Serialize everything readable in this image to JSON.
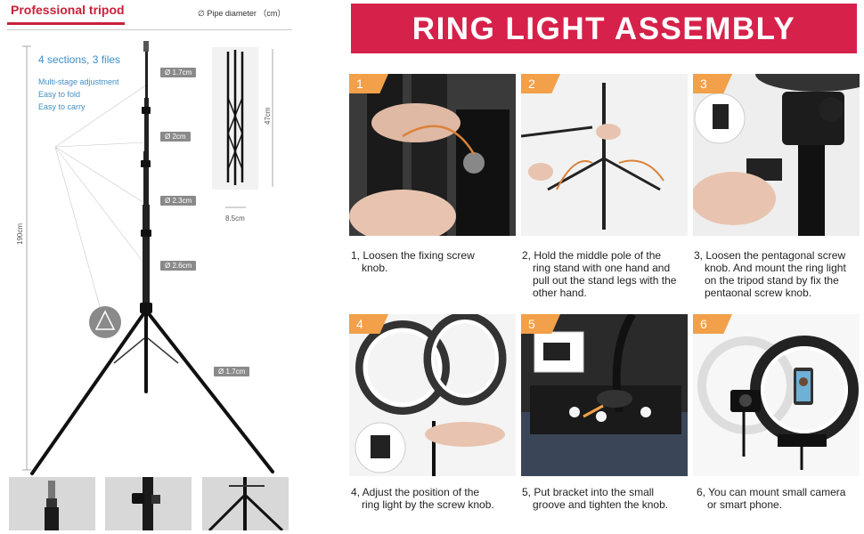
{
  "left_panel": {
    "title": "Professional tripod",
    "pipe_diameter": "∅  Pipe diameter （cm）",
    "sections": "4 sections, 3 files",
    "features": [
      "Multi-stage adjustment",
      "Easy to fold",
      "Easy to carry"
    ],
    "height": "190cm",
    "folded_height": "47cm",
    "folded_width": "8.5cm",
    "pipe_labels": [
      "Ø 1.7cm",
      "Ø 2cm",
      "Ø 2.3cm",
      "Ø 2.6cm",
      "Ø 1.7cm"
    ]
  },
  "banner": {
    "title": "RING LIGHT ASSEMBLY"
  },
  "steps": [
    {
      "num": "1",
      "first": "1, Loosen the fixing screw",
      "rest": "knob."
    },
    {
      "num": "2",
      "first": "2, Hold the middle pole of the",
      "rest": "ring stand with one hand and pull out the stand legs with the other hand."
    },
    {
      "num": "3",
      "first": "3, Loosen the pentagonal screw",
      "rest": "knob. And mount the ring light on the tripod stand by fix the pentaonal screw knob."
    },
    {
      "num": "4",
      "first": "4, Adjust the position of the",
      "rest": "ring light by the screw knob."
    },
    {
      "num": "5",
      "first": "5, Put bracket into the small",
      "rest": "groove and tighten the knob."
    },
    {
      "num": "6",
      "first": "6, You can mount small camera",
      "rest": "or smart phone."
    }
  ],
  "colors": {
    "brand_red": "#d6214a",
    "step_orange": "#f2a049",
    "accent_blue": "#3f8fc6"
  }
}
